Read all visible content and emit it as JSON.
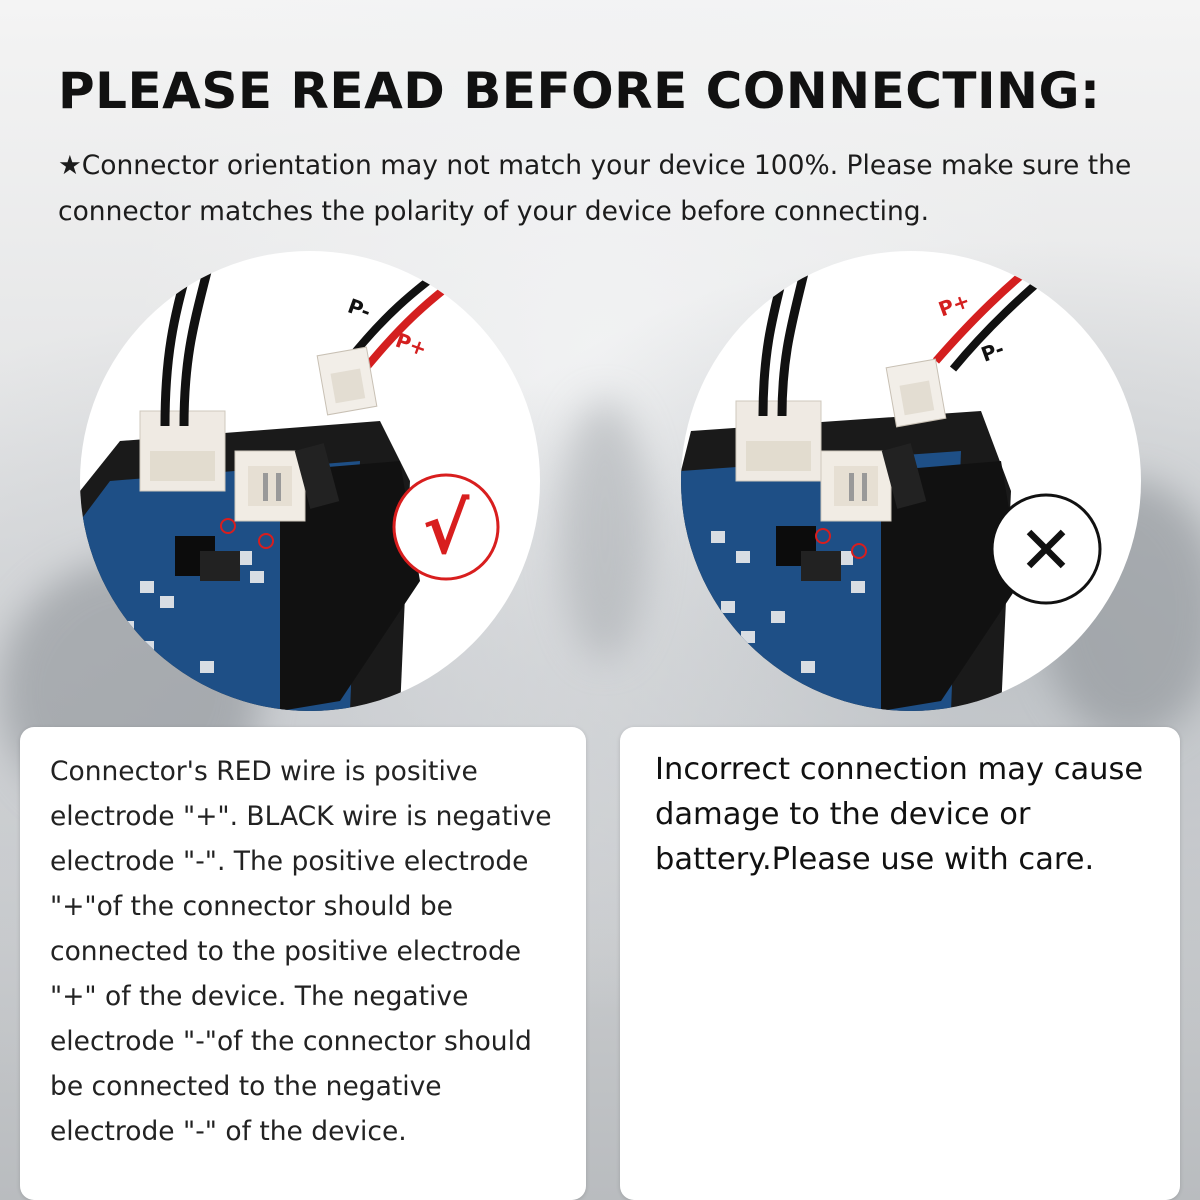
{
  "heading": "PLEASE READ BEFORE CONNECTING:",
  "note": "★Connector orientation may not match your device 100%. Please make sure the connector matches the polarity of your device before connecting.",
  "correct": {
    "label_negative": "P-",
    "label_positive": "P+",
    "mark": "√",
    "mark_color": "#d81e1e"
  },
  "incorrect": {
    "label_positive": "P+",
    "label_negative": "P-",
    "mark": "✕",
    "mark_color": "#111111"
  },
  "cards": {
    "left_text": "Connector's RED wire is positive electrode \"+\". BLACK wire is negative electrode \"-\". The positive electrode \"+\"of the connector should be connected to the positive electrode \"+\" of the device. The negative electrode \"-\"of the connector should be connected to the negative electrode \"-\" of the device.",
    "right_text": "Incorrect connection may cause damage to the device or battery.Please use with care."
  },
  "colors": {
    "wire_red": "#d41f1f",
    "wire_black": "#111111",
    "pcb_blue": "#1e4f86"
  }
}
